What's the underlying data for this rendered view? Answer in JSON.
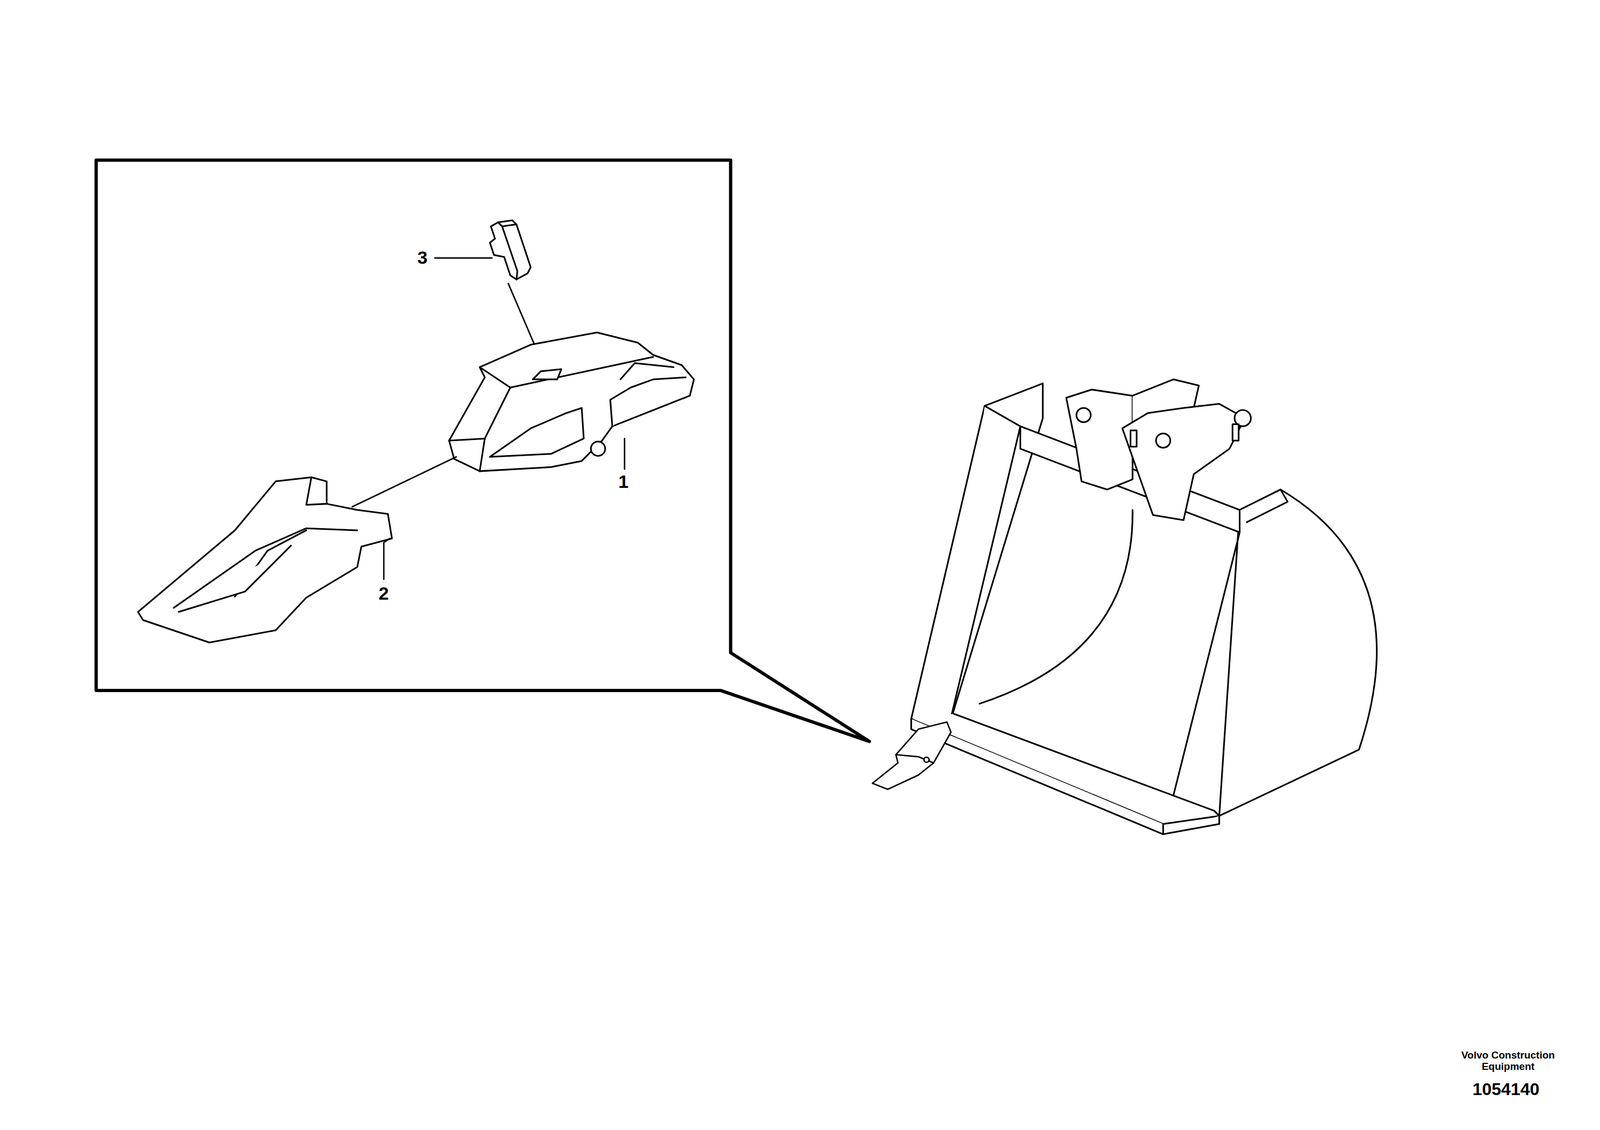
{
  "diagram": {
    "labels": [
      "3",
      "1",
      "2",
      "Volvo Construction Equipment",
      "1054140"
    ]
  }
}
